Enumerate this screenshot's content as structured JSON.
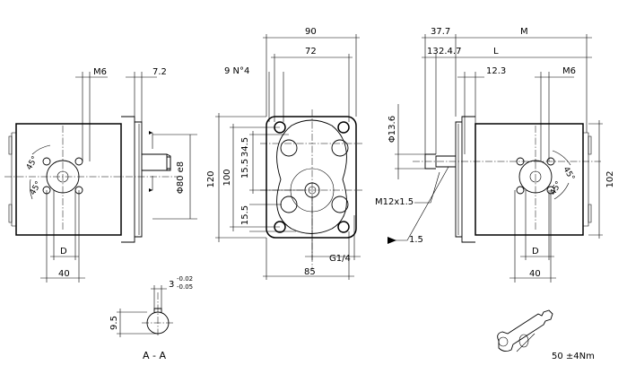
{
  "left_view": {
    "dim_m6": "M6",
    "dim_7_2": "7.2",
    "dim_shaft_dia": "Φ80 e8",
    "dim_angle_top": "45°",
    "dim_angle_left": "45°",
    "dim_d": "D",
    "dim_40": "40"
  },
  "center_view": {
    "dim_90": "90",
    "dim_72": "72",
    "dim_holes": "9 N°4",
    "dim_120": "120",
    "dim_100": "100",
    "dim_34_5": "34.5",
    "dim_15_5_a": "15.5",
    "dim_15_5_b": "15.5",
    "dim_g14": "G1/4",
    "dim_85": "85"
  },
  "right_view": {
    "dim_37_7": "37.7",
    "dim_m": "M",
    "dim_13": "13",
    "dim_2_47": "2.4.7",
    "dim_l": "L",
    "dim_12_3": "12.3",
    "dim_m6": "M6",
    "dim_d13_6": "Φ13.6",
    "dim_m12": "M12x1.5",
    "dim_1_5": "1.5",
    "dim_102": "102",
    "dim_angle_top": "45°",
    "dim_angle_left": "45°",
    "dim_d": "D",
    "dim_40": "40"
  },
  "section_view": {
    "dim_key_top": "3",
    "tol_upper": "-0.02",
    "tol_lower": "-0.05",
    "dim_9_5": "9.5",
    "label": "A - A"
  },
  "wrench_note": {
    "torque": "50 ±4Nm"
  }
}
